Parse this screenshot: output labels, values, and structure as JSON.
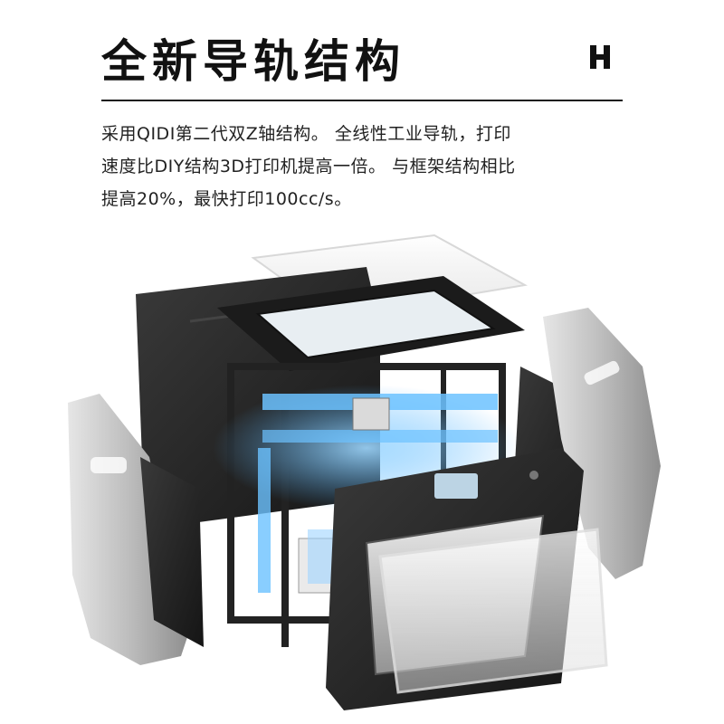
{
  "header": {
    "title": "全新导轨结构",
    "logo_icon": "qidi-h-logo-icon"
  },
  "description": {
    "lines": [
      "采用QIDI第二代双Z轴结构。 全线性工业导轨，打印",
      "速度比DIY结构3D打印机提高一倍。 与框架结构相比",
      "提高20%，最快打印100cc/s。"
    ]
  },
  "colors": {
    "text": "#111111",
    "frame_black": "#1e1e1e",
    "panel_gray": "#c8c8c8",
    "glow_blue": "#4fb3ff"
  }
}
